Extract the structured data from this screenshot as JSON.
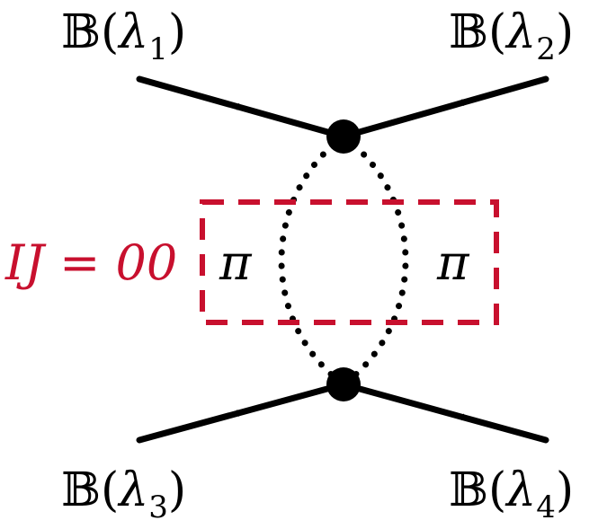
{
  "labels": {
    "top_left": {
      "prefix": "𝔹(",
      "symbol": "λ",
      "subscript": "1",
      "suffix": ")"
    },
    "top_right": {
      "prefix": "𝔹(",
      "symbol": "λ",
      "subscript": "2",
      "suffix": ")"
    },
    "bottom_left": {
      "prefix": "𝔹(",
      "symbol": "λ",
      "subscript": "3",
      "suffix": ")"
    },
    "bottom_right": {
      "prefix": "𝔹(",
      "symbol": "λ",
      "subscript": "4",
      "suffix": ")"
    },
    "ij_expression": "IJ = 00",
    "pion_left": "π",
    "pion_right": "π"
  },
  "colors": {
    "line": "#000000",
    "highlight": "#c8102e"
  }
}
